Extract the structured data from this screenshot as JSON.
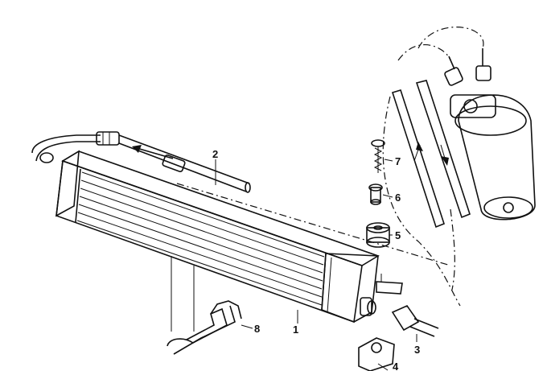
{
  "diagram": {
    "callouts": [
      {
        "id": "callout-1",
        "text": "1"
      },
      {
        "id": "callout-2",
        "text": "2"
      },
      {
        "id": "callout-3",
        "text": "3"
      },
      {
        "id": "callout-4",
        "text": "4"
      },
      {
        "id": "callout-5",
        "text": "5"
      },
      {
        "id": "callout-6",
        "text": "6"
      },
      {
        "id": "callout-7",
        "text": "7"
      },
      {
        "id": "callout-8",
        "text": "8"
      }
    ],
    "colors": {
      "line": "#111111",
      "background": "#ffffff"
    }
  }
}
